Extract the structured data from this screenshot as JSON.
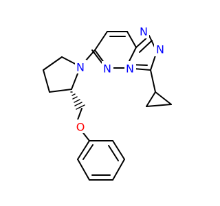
{
  "molecule": {
    "colors": {
      "bond": "#000000",
      "nitrogen": "#0000ff",
      "oxygen": "#ff0000"
    },
    "atoms": [
      {
        "id": "n1",
        "element": "N",
        "label": "N"
      },
      {
        "id": "n2",
        "element": "N",
        "label": "N"
      },
      {
        "id": "n4",
        "element": "N",
        "label": "N"
      },
      {
        "id": "n5",
        "element": "N",
        "label": "N"
      },
      {
        "id": "n_pyr",
        "element": "N",
        "label": "N"
      },
      {
        "id": "o_ether",
        "element": "O",
        "label": "O"
      }
    ]
  }
}
